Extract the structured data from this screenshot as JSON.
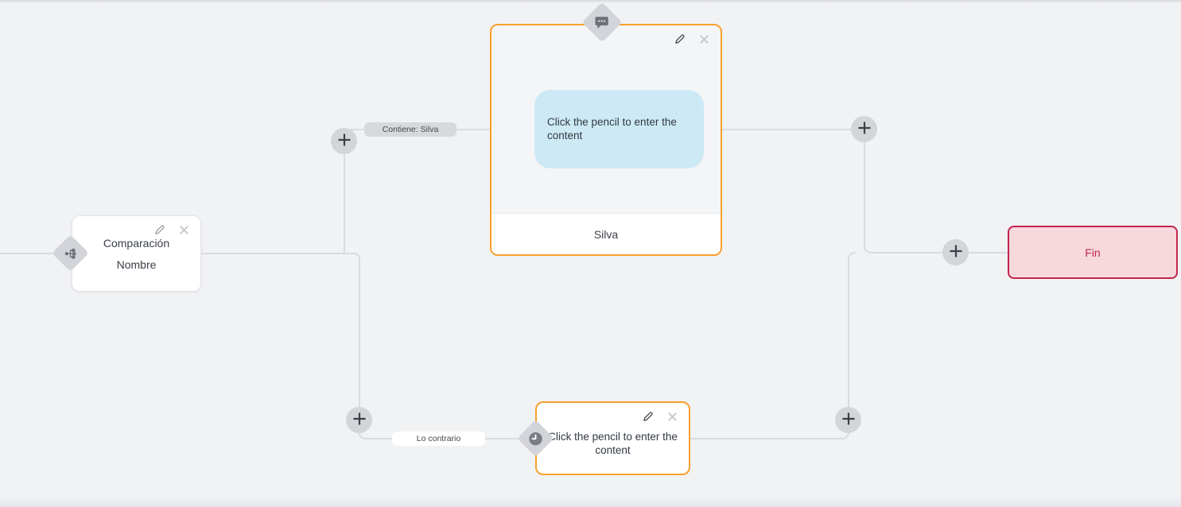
{
  "canvas": {
    "background_color": "#f1f2f4",
    "connector_color": "#d9dbde"
  },
  "nodes": {
    "condition": {
      "type_icon": "sitemap-icon",
      "line1": "Comparación",
      "line2": "Nombre"
    },
    "message": {
      "type_icon": "comment-icon",
      "placeholder": "Click the pencil to enter the content",
      "footer": "Silva",
      "bubble_color": "#cde9f6",
      "border_color": "#f8a02c"
    },
    "delay": {
      "type_icon": "clock-icon",
      "placeholder": "Click the pencil to enter the content",
      "border_color": "#f8a02c"
    },
    "end": {
      "label": "Fin",
      "fill_color": "#f6d8dd",
      "border_color": "#c2254b",
      "text_color": "#c2254b"
    }
  },
  "edges": {
    "top_branch_label": "Contiene: Silva",
    "bottom_branch_label": "Lo contrario"
  },
  "icons": {
    "edit": "pencil-icon",
    "delete": "x-icon",
    "add": "plus-icon"
  }
}
